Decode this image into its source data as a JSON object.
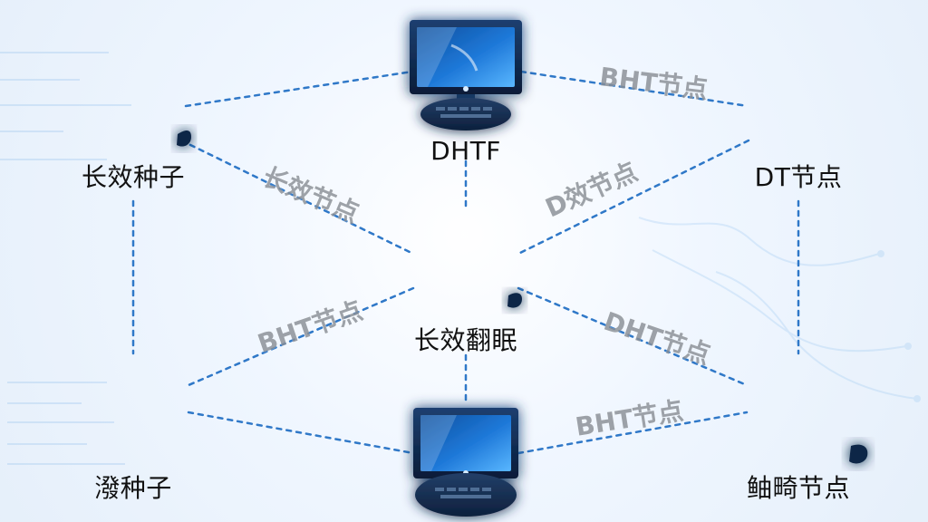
{
  "nodes": {
    "top_left": {
      "label": "长效种子"
    },
    "top_center": {
      "label": "DHTF"
    },
    "top_right": {
      "label": "DT节点"
    },
    "center": {
      "label": "长效翻眠"
    },
    "bottom_left": {
      "label": "潑种子"
    },
    "bottom_center": {
      "label": ""
    },
    "bottom_right": {
      "label": "鲉畸节点"
    }
  },
  "edge_labels": {
    "top_right_edge": "BHT节点",
    "left_diagonal": "长效节点",
    "right_diagonal": "D效节点",
    "lower_left_diagonal": "BHT节点",
    "lower_right_diagonal": "DHT节点",
    "bottom_right_edge": "BHT节点"
  },
  "colors": {
    "background": "#f6f9fd",
    "line": "#2f78c8",
    "monitor_frame": "#0e2c56",
    "screen_dark": "#0c4f9e",
    "screen_light": "#48a8ff",
    "node_glow": "#76b8ff",
    "label_dark": "#111111",
    "label_gray": "#8a8f96"
  },
  "icons": [
    "desktop-computer-icon",
    "keyboard-icon",
    "mouse-icon",
    "network-node-icon"
  ]
}
